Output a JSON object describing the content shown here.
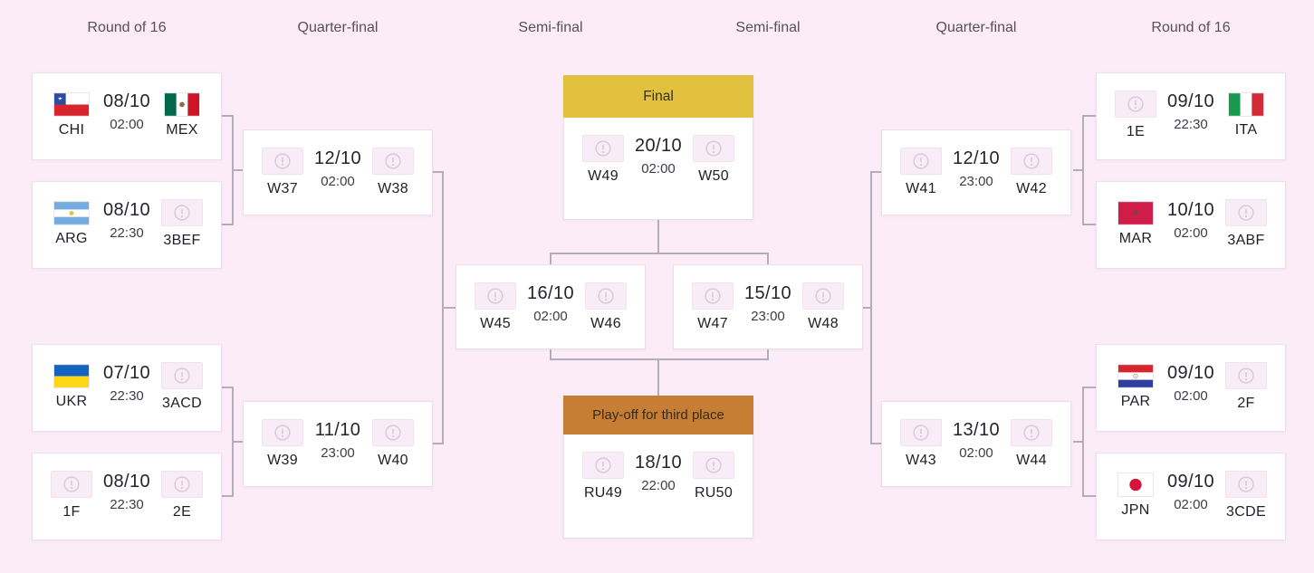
{
  "columns": [
    "Round of 16",
    "Quarter-final",
    "Semi-final",
    "Semi-final",
    "Quarter-final",
    "Round of 16"
  ],
  "labels": {
    "final": "Final",
    "third_place": "Play-off for third place"
  },
  "colors": {
    "background": "#fbecf7",
    "final_header": "#e2c13e",
    "third_place_header": "#c67e35",
    "connector": "#b3aeba",
    "card_border": "#e9e0ea"
  },
  "matches": {
    "r16_l1": {
      "date": "08/10",
      "time": "02:00",
      "home": "CHI",
      "away": "MEX",
      "home_icon": "flag-chile",
      "away_icon": "flag-mexico"
    },
    "r16_l2": {
      "date": "08/10",
      "time": "22:30",
      "home": "ARG",
      "away": "3BEF",
      "home_icon": "flag-argentina",
      "away_icon": "tbd-icon"
    },
    "r16_l3": {
      "date": "07/10",
      "time": "22:30",
      "home": "UKR",
      "away": "3ACD",
      "home_icon": "flag-ukraine",
      "away_icon": "tbd-icon"
    },
    "r16_l4": {
      "date": "08/10",
      "time": "22:30",
      "home": "1F",
      "away": "2E",
      "home_icon": "tbd-icon",
      "away_icon": "tbd-icon"
    },
    "qf_l1": {
      "date": "12/10",
      "time": "02:00",
      "home": "W37",
      "away": "W38",
      "home_icon": "tbd-icon",
      "away_icon": "tbd-icon"
    },
    "qf_l2": {
      "date": "11/10",
      "time": "23:00",
      "home": "W39",
      "away": "W40",
      "home_icon": "tbd-icon",
      "away_icon": "tbd-icon"
    },
    "sf_l": {
      "date": "16/10",
      "time": "02:00",
      "home": "W45",
      "away": "W46",
      "home_icon": "tbd-icon",
      "away_icon": "tbd-icon"
    },
    "final": {
      "date": "20/10",
      "time": "02:00",
      "home": "W49",
      "away": "W50",
      "home_icon": "tbd-icon",
      "away_icon": "tbd-icon"
    },
    "third": {
      "date": "18/10",
      "time": "22:00",
      "home": "RU49",
      "away": "RU50",
      "home_icon": "tbd-icon",
      "away_icon": "tbd-icon"
    },
    "sf_r": {
      "date": "15/10",
      "time": "23:00",
      "home": "W47",
      "away": "W48",
      "home_icon": "tbd-icon",
      "away_icon": "tbd-icon"
    },
    "qf_r1": {
      "date": "12/10",
      "time": "23:00",
      "home": "W41",
      "away": "W42",
      "home_icon": "tbd-icon",
      "away_icon": "tbd-icon"
    },
    "qf_r2": {
      "date": "13/10",
      "time": "02:00",
      "home": "W43",
      "away": "W44",
      "home_icon": "tbd-icon",
      "away_icon": "tbd-icon"
    },
    "r16_r1": {
      "date": "09/10",
      "time": "22:30",
      "home": "1E",
      "away": "ITA",
      "home_icon": "tbd-icon",
      "away_icon": "flag-italy"
    },
    "r16_r2": {
      "date": "10/10",
      "time": "02:00",
      "home": "MAR",
      "away": "3ABF",
      "home_icon": "flag-morocco",
      "away_icon": "tbd-icon"
    },
    "r16_r3": {
      "date": "09/10",
      "time": "02:00",
      "home": "PAR",
      "away": "2F",
      "home_icon": "flag-paraguay",
      "away_icon": "tbd-icon"
    },
    "r16_r4": {
      "date": "09/10",
      "time": "02:00",
      "home": "JPN",
      "away": "3CDE",
      "home_icon": "flag-japan",
      "away_icon": "tbd-icon"
    }
  }
}
